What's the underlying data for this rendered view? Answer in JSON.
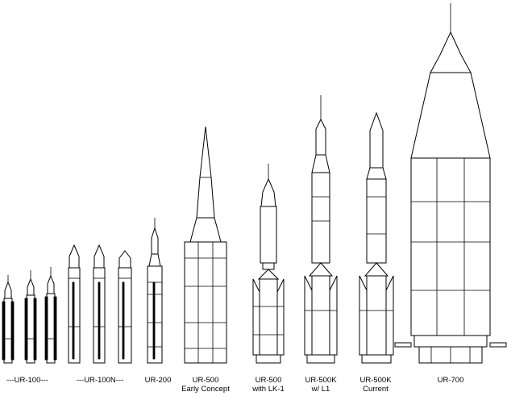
{
  "rockets": [
    {
      "id": "ur100",
      "label_line1": "---UR-100---",
      "label_line2": ""
    },
    {
      "id": "ur100n",
      "label_line1": "---UR-100N---",
      "label_line2": ""
    },
    {
      "id": "ur200",
      "label_line1": "UR-200",
      "label_line2": ""
    },
    {
      "id": "ur500-early",
      "label_line1": "UR-500",
      "label_line2": "Early Concept"
    },
    {
      "id": "ur500-lk1",
      "label_line1": "UR-500",
      "label_line2": "with LK-1"
    },
    {
      "id": "ur500k-l1",
      "label_line1": "UR-500K",
      "label_line2": "w/ L1"
    },
    {
      "id": "ur500k-current",
      "label_line1": "UR-500K",
      "label_line2": "Current"
    },
    {
      "id": "ur700",
      "label_line1": "UR-700",
      "label_line2": ""
    }
  ],
  "colors": {
    "line": "#000000",
    "background": "#ffffff"
  }
}
